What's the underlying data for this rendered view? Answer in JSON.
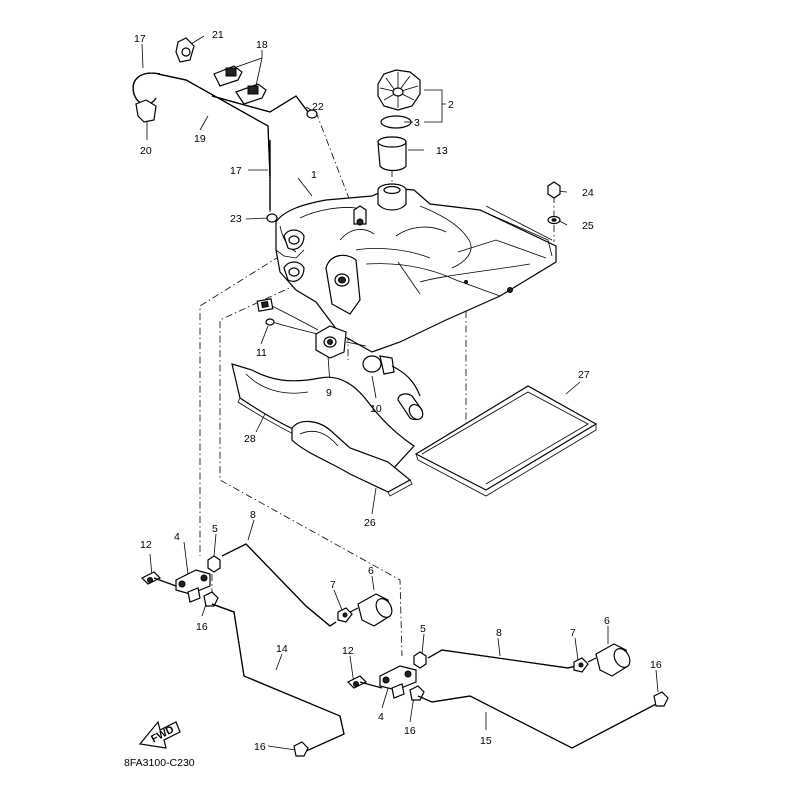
{
  "diagram": {
    "code": "8FA3100-C230",
    "fwd_label": "FWD",
    "labels": [
      "1",
      "2",
      "3",
      "4",
      "4",
      "5",
      "5",
      "6",
      "6",
      "7",
      "7",
      "8",
      "8",
      "9",
      "10",
      "11",
      "12",
      "12",
      "13",
      "14",
      "15",
      "16",
      "16",
      "16",
      "16",
      "17",
      "17",
      "18",
      "19",
      "20",
      "21",
      "22",
      "23",
      "24",
      "25",
      "26",
      "27",
      "28"
    ]
  }
}
